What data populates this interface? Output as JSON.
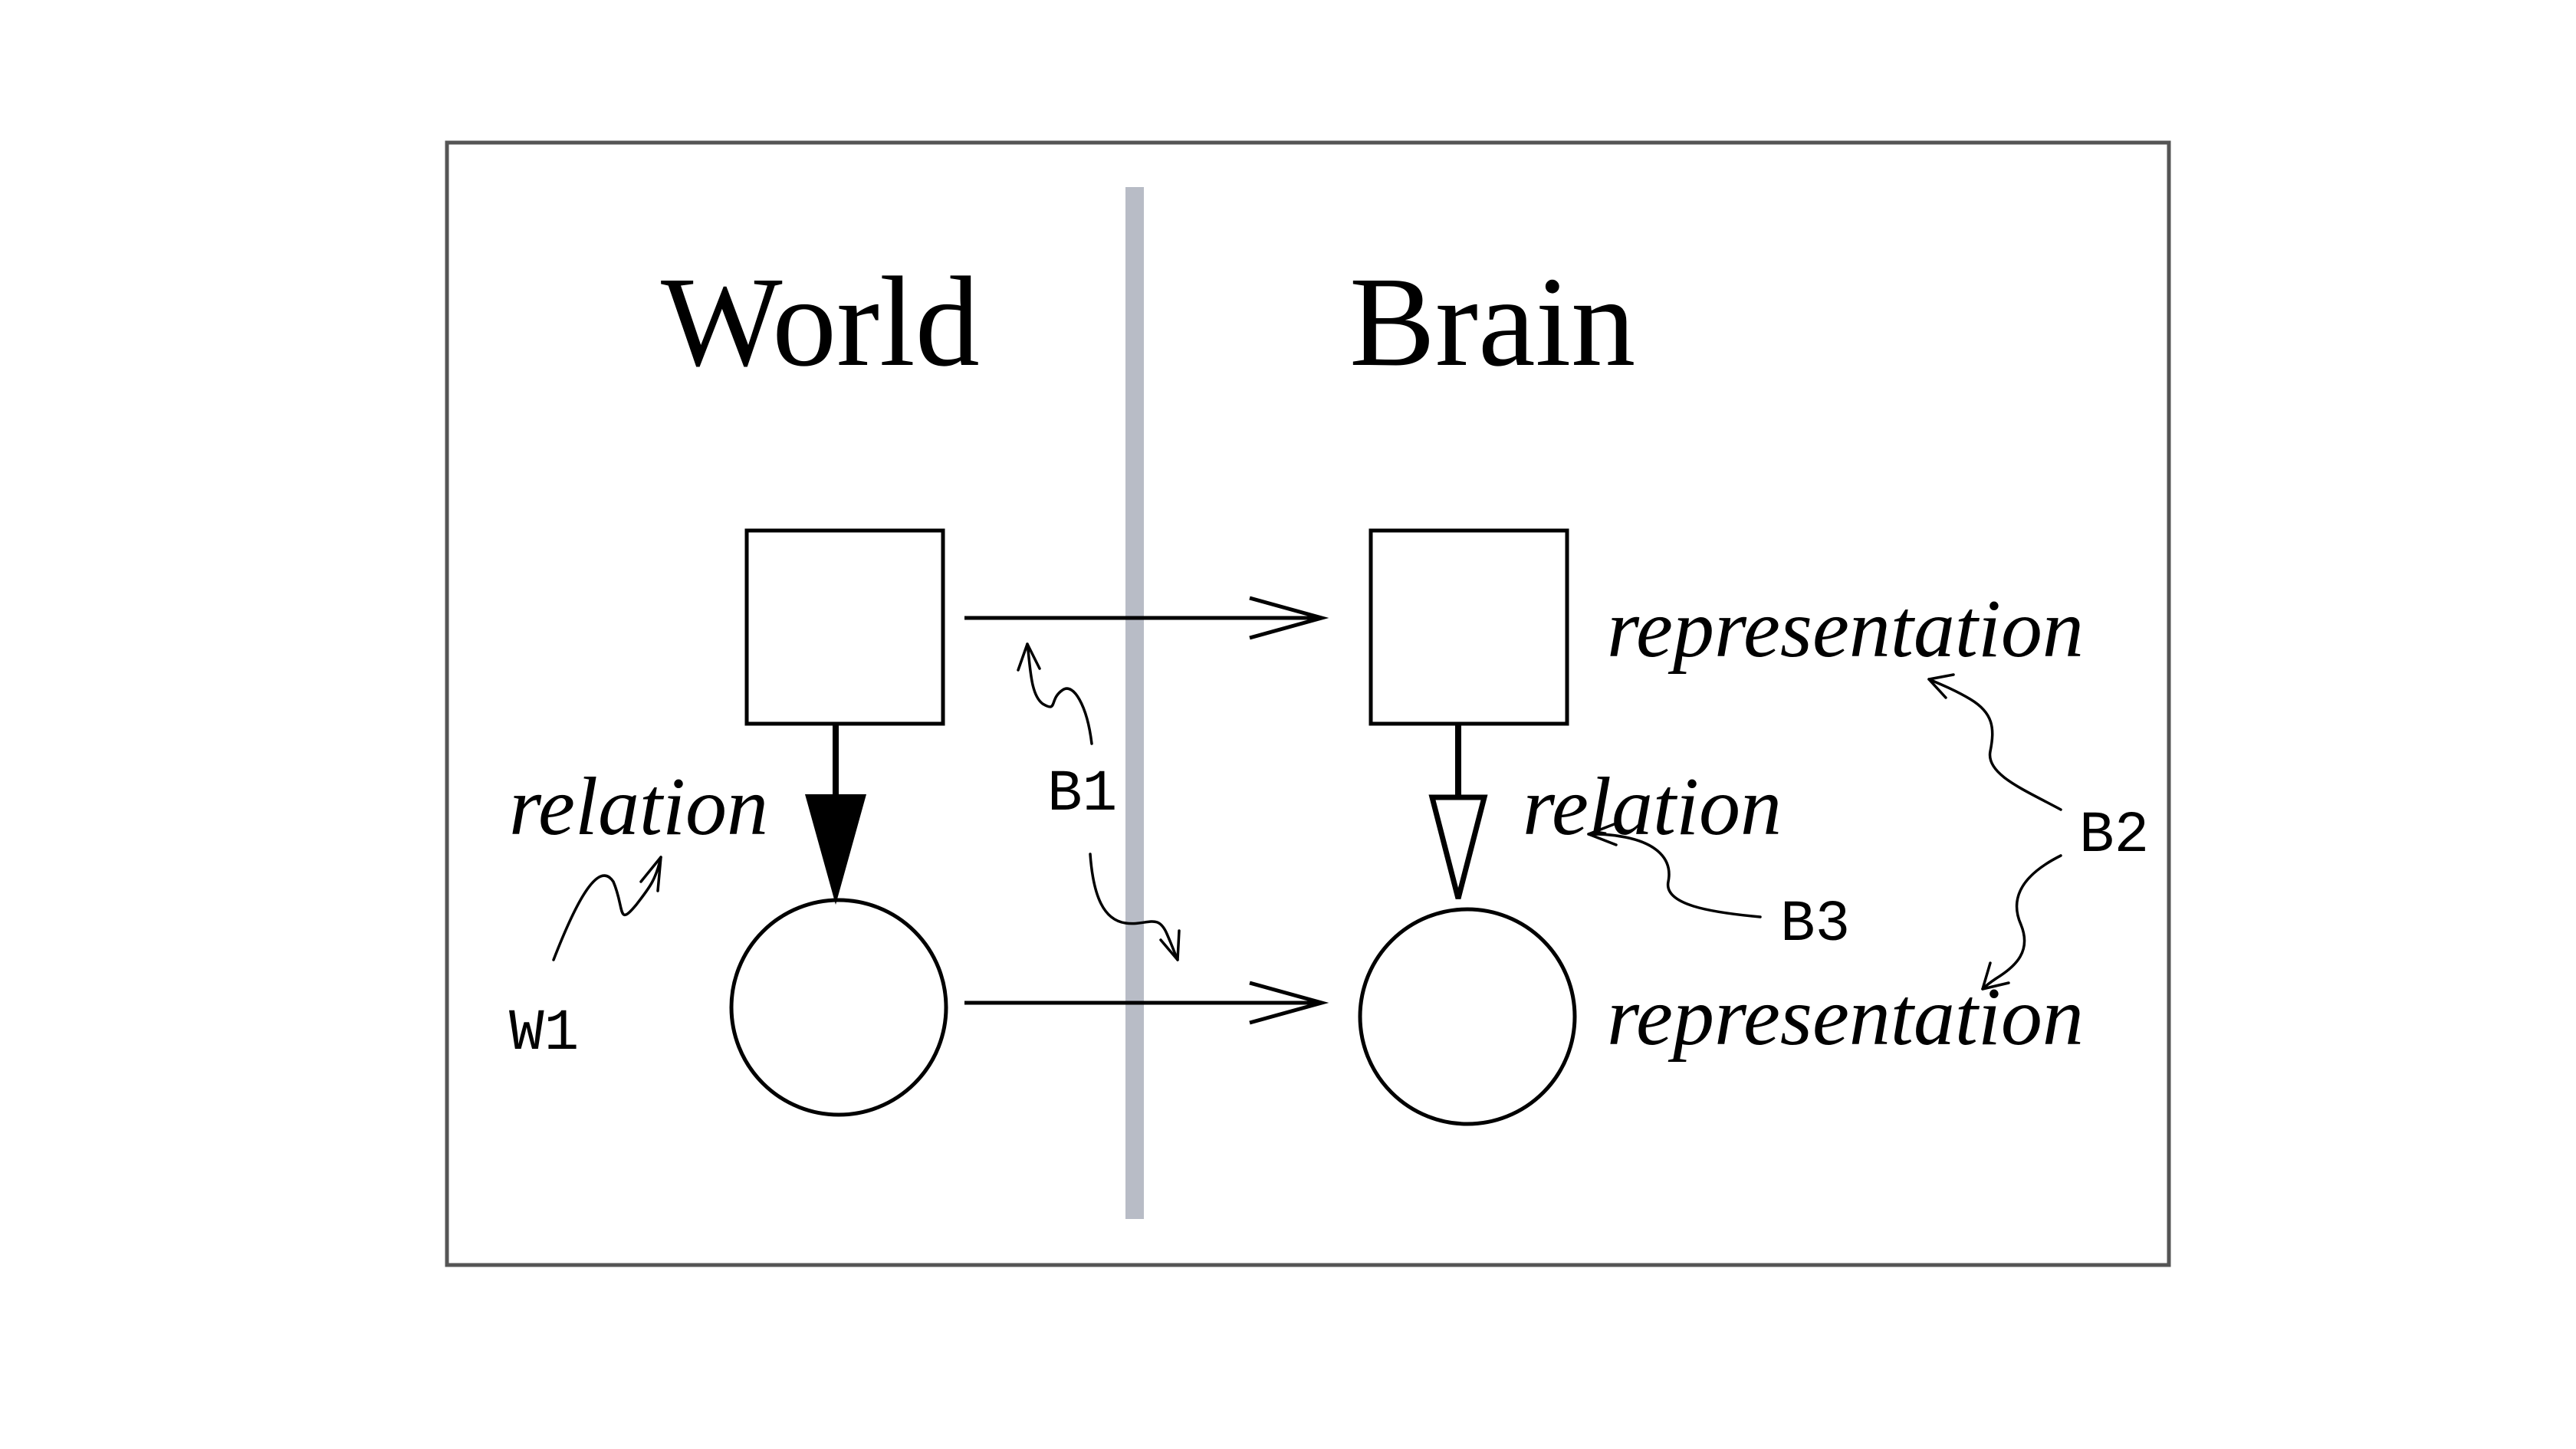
{
  "world": {
    "title": "World",
    "relation_label": "relation",
    "annotation": "W1"
  },
  "brain": {
    "title": "Brain",
    "relation_label": "relation",
    "representation_top": "representation",
    "representation_bottom": "representation"
  },
  "annotations": {
    "b1": "B1",
    "b2": "B2",
    "b3": "B3"
  },
  "colors": {
    "divider": "#b8bcc6",
    "frame": "#555555",
    "ink": "#000000"
  }
}
